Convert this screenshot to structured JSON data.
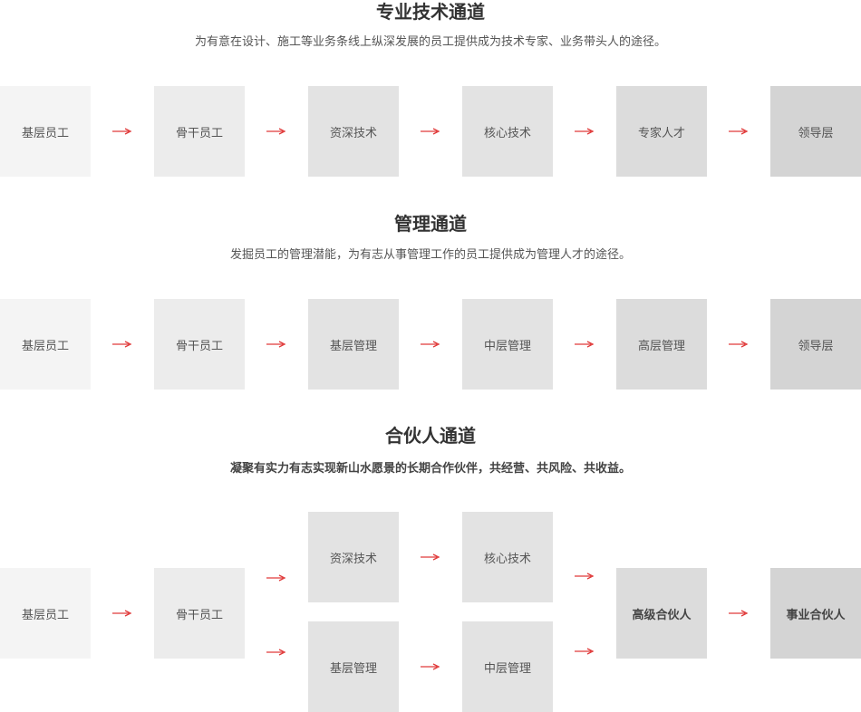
{
  "sections": [
    {
      "title": "专业技术通道",
      "desc": "为有意在设计、施工等业务条线上纵深发展的员工提供成为技术专家、业务带头人的途径。",
      "steps": [
        "基层员工",
        "骨干员工",
        "资深技术",
        "核心技术",
        "专家人才",
        "领导层"
      ]
    },
    {
      "title": "管理通道",
      "desc": "发掘员工的管理潜能，为有志从事管理工作的员工提供成为管理人才的途径。",
      "steps": [
        "基层员工",
        "骨干员工",
        "基层管理",
        "中层管理",
        "高层管理",
        "领导层"
      ]
    },
    {
      "title": "合伙人通道",
      "desc": "凝聚有实力有志实现新山水愿景的长期合作伙伴，共经营、共风险、共收益。",
      "steps": {
        "start_1": "基层员工",
        "start_2": "骨干员工",
        "upper_1": "资深技术",
        "upper_2": "核心技术",
        "lower_1": "基层管理",
        "lower_2": "中层管理",
        "end_1": "高级合伙人",
        "end_2": "事业合伙人"
      }
    }
  ],
  "colors": {
    "arrow": "#e03a3a",
    "title": "#333333",
    "text": "#555555"
  },
  "icons": {
    "arrow": "arrow-right-icon"
  }
}
